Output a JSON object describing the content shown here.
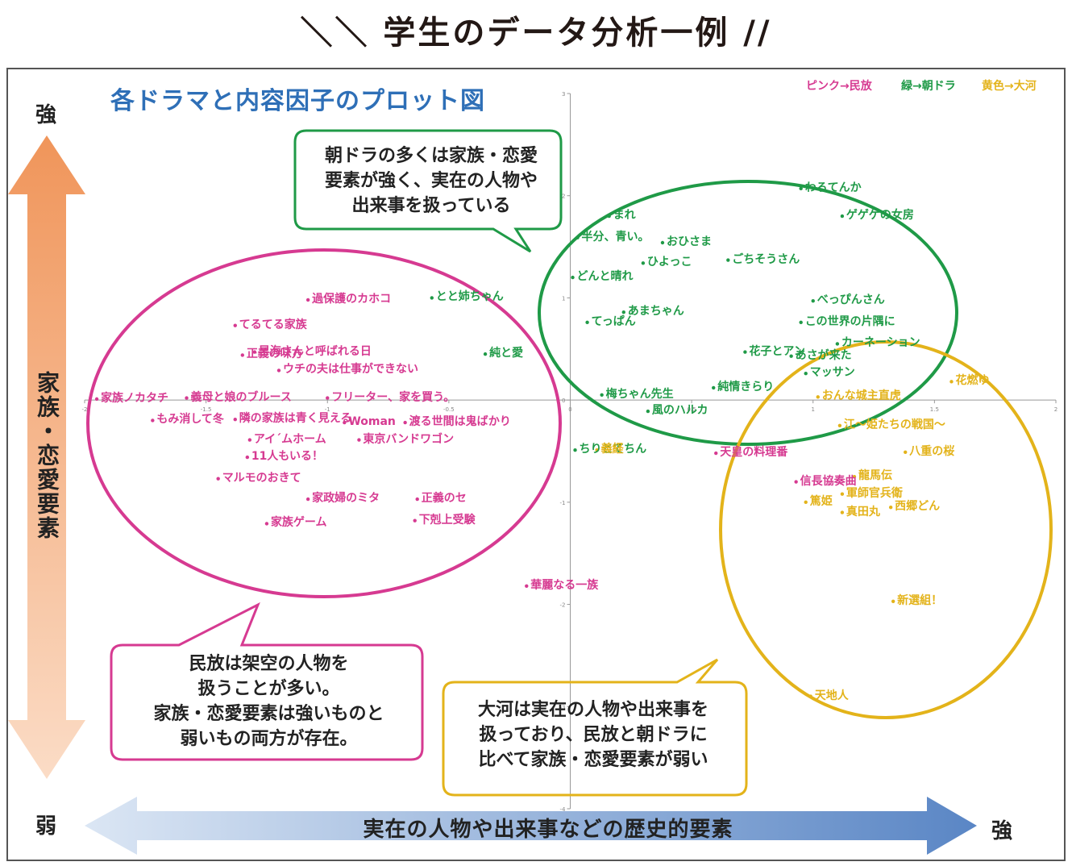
{
  "page_title": "＼＼ 学生のデータ分析一例 //",
  "chart_data": {
    "type": "scatter",
    "title": "各ドラマと内容因子のプロット図",
    "legend": [
      {
        "label": "ピンク→民放",
        "color": "#d63a91"
      },
      {
        "label": "緑→朝ドラ",
        "color": "#1f9a47"
      },
      {
        "label": "黄色→大河",
        "color": "#e3b31a"
      }
    ],
    "legend_placement": "top-right",
    "xlabel": "実在の人物や出来事などの歴史的要素",
    "ylabel": "家族・恋愛要素",
    "x_strong_label": "強",
    "y_strong_label": "強",
    "y_weak_label": "弱",
    "xlim": [
      -2,
      2
    ],
    "ylim": [
      -4,
      3
    ],
    "x_ticks": [
      "-2",
      "-1.5",
      "-1",
      "-0.5",
      "0",
      "0.5",
      "1",
      "1.5",
      "2"
    ],
    "y_ticks": [
      "3",
      "2",
      "1",
      "0",
      "-1",
      "-2",
      "-3",
      "-4"
    ],
    "grid": false,
    "series": [
      {
        "name": "民放",
        "color": "#d63a91",
        "points": [
          {
            "label": "過保護のカホコ",
            "x": -1.08,
            "y": 0.98
          },
          {
            "label": "てるてる家族",
            "x": -1.38,
            "y": 0.73
          },
          {
            "label": "正義の味方",
            "x": -1.35,
            "y": 0.44
          },
          {
            "label": "早海さんと呼ばれる日",
            "x": -1.3,
            "y": 0.47
          },
          {
            "label": "ウチの夫は仕事ができない",
            "x": -1.2,
            "y": 0.29
          },
          {
            "label": "家族ノカタチ",
            "x": -1.95,
            "y": 0.01
          },
          {
            "label": "義母と娘のブルース",
            "x": -1.58,
            "y": 0.02
          },
          {
            "label": "フリーター、家を買う。",
            "x": -1.0,
            "y": 0.02
          },
          {
            "label": "もみ消して冬",
            "x": -1.72,
            "y": -0.2
          },
          {
            "label": "隣の家族は青く見える",
            "x": -1.38,
            "y": -0.19
          },
          {
            "label": "Woman",
            "x": -0.93,
            "y": -0.22
          },
          {
            "label": "渡る世間は鬼ばかり",
            "x": -0.68,
            "y": -0.22
          },
          {
            "label": "アイ´ムホーム",
            "x": -1.32,
            "y": -0.39
          },
          {
            "label": "東京バンドワゴン",
            "x": -0.87,
            "y": -0.39
          },
          {
            "label": "11人もいる！",
            "x": -1.33,
            "y": -0.56
          },
          {
            "label": "マルモのおきて",
            "x": -1.45,
            "y": -0.77
          },
          {
            "label": "家政婦のミタ",
            "x": -1.08,
            "y": -0.97
          },
          {
            "label": "正義のセ",
            "x": -0.63,
            "y": -0.97
          },
          {
            "label": "家族ゲーム",
            "x": -1.25,
            "y": -1.21
          },
          {
            "label": "下剋上受験",
            "x": -0.64,
            "y": -1.18
          },
          {
            "label": "華麗なる一族",
            "x": -0.18,
            "y": -1.82
          },
          {
            "label": "天皇の料理番",
            "x": 0.6,
            "y": -0.52
          },
          {
            "label": "信長協奏曲",
            "x": 0.93,
            "y": -0.8
          }
        ]
      },
      {
        "name": "朝ドラ",
        "color": "#1f9a47",
        "points": [
          {
            "label": "わろてんか",
            "x": 0.95,
            "y": 2.07
          },
          {
            "label": "ゲゲゲの女房",
            "x": 1.12,
            "y": 1.8
          },
          {
            "label": "まれ",
            "x": 0.16,
            "y": 1.8
          },
          {
            "label": "半分、青い。",
            "x": 0.03,
            "y": 1.59
          },
          {
            "label": "おひさま",
            "x": 0.38,
            "y": 1.54
          },
          {
            "label": "ひよっこ",
            "x": 0.3,
            "y": 1.34
          },
          {
            "label": "ごちそうさん",
            "x": 0.65,
            "y": 1.37
          },
          {
            "label": "どんと晴れ",
            "x": 0.01,
            "y": 1.2
          },
          {
            "label": "とと姉ちゃん",
            "x": -0.57,
            "y": 1.0
          },
          {
            "label": "べっぴんさん",
            "x": 1.0,
            "y": 0.97
          },
          {
            "label": "あまちゃん",
            "x": 0.22,
            "y": 0.86
          },
          {
            "label": "この世界の片隅に",
            "x": 0.95,
            "y": 0.76
          },
          {
            "label": "てっぱん",
            "x": 0.07,
            "y": 0.76
          },
          {
            "label": "カーネーション",
            "x": 1.1,
            "y": 0.55
          },
          {
            "label": "花子とアン",
            "x": 0.72,
            "y": 0.47
          },
          {
            "label": "あさが来た",
            "x": 0.91,
            "y": 0.43
          },
          {
            "label": "純と愛",
            "x": -0.35,
            "y": 0.45
          },
          {
            "label": "マッサン",
            "x": 0.97,
            "y": 0.26
          },
          {
            "label": "純情きらり",
            "x": 0.59,
            "y": 0.12
          },
          {
            "label": "梅ちゃん先生",
            "x": 0.13,
            "y": 0.05
          },
          {
            "label": "風のハルカ",
            "x": 0.32,
            "y": -0.11
          },
          {
            "label": "ちりとてちん",
            "x": 0.02,
            "y": -0.49
          }
        ]
      },
      {
        "name": "大河",
        "color": "#e3b31a",
        "points": [
          {
            "label": "花燃ゆ",
            "x": 1.57,
            "y": 0.18
          },
          {
            "label": "おんな城主直虎",
            "x": 1.02,
            "y": 0.03
          },
          {
            "label": "江～姫たちの戦国～",
            "x": 1.11,
            "y": -0.25
          },
          {
            "label": "義経",
            "x": 0.11,
            "y": -0.49
          },
          {
            "label": "八重の桜",
            "x": 1.38,
            "y": -0.51
          },
          {
            "label": "龍馬伝",
            "x": 1.17,
            "y": -0.75
          },
          {
            "label": "軍師官兵衛",
            "x": 1.12,
            "y": -0.92
          },
          {
            "label": "篤姫",
            "x": 0.97,
            "y": -1.0
          },
          {
            "label": "西郷どん",
            "x": 1.32,
            "y": -1.05
          },
          {
            "label": "真田丸",
            "x": 1.12,
            "y": -1.1
          },
          {
            "label": "新選組！",
            "x": 1.33,
            "y": -1.97
          },
          {
            "label": "天地人",
            "x": 0.99,
            "y": -2.9
          }
        ]
      }
    ],
    "annotations": [
      {
        "text": [
          "朝ドラの多くは家族・恋愛",
          "要素が強く、実在の人物や",
          "出来事を扱っている"
        ]
      },
      {
        "text": [
          "民放は架空の人物を",
          "扱うことが多い。",
          "家族・恋愛要素は強いものと",
          "弱いもの両方が存在。"
        ]
      },
      {
        "text": [
          "大河は実在の人物や出来事を",
          "扱っており、民放と朝ドラに",
          "比べて家族・恋愛要素が弱い"
        ]
      }
    ]
  }
}
